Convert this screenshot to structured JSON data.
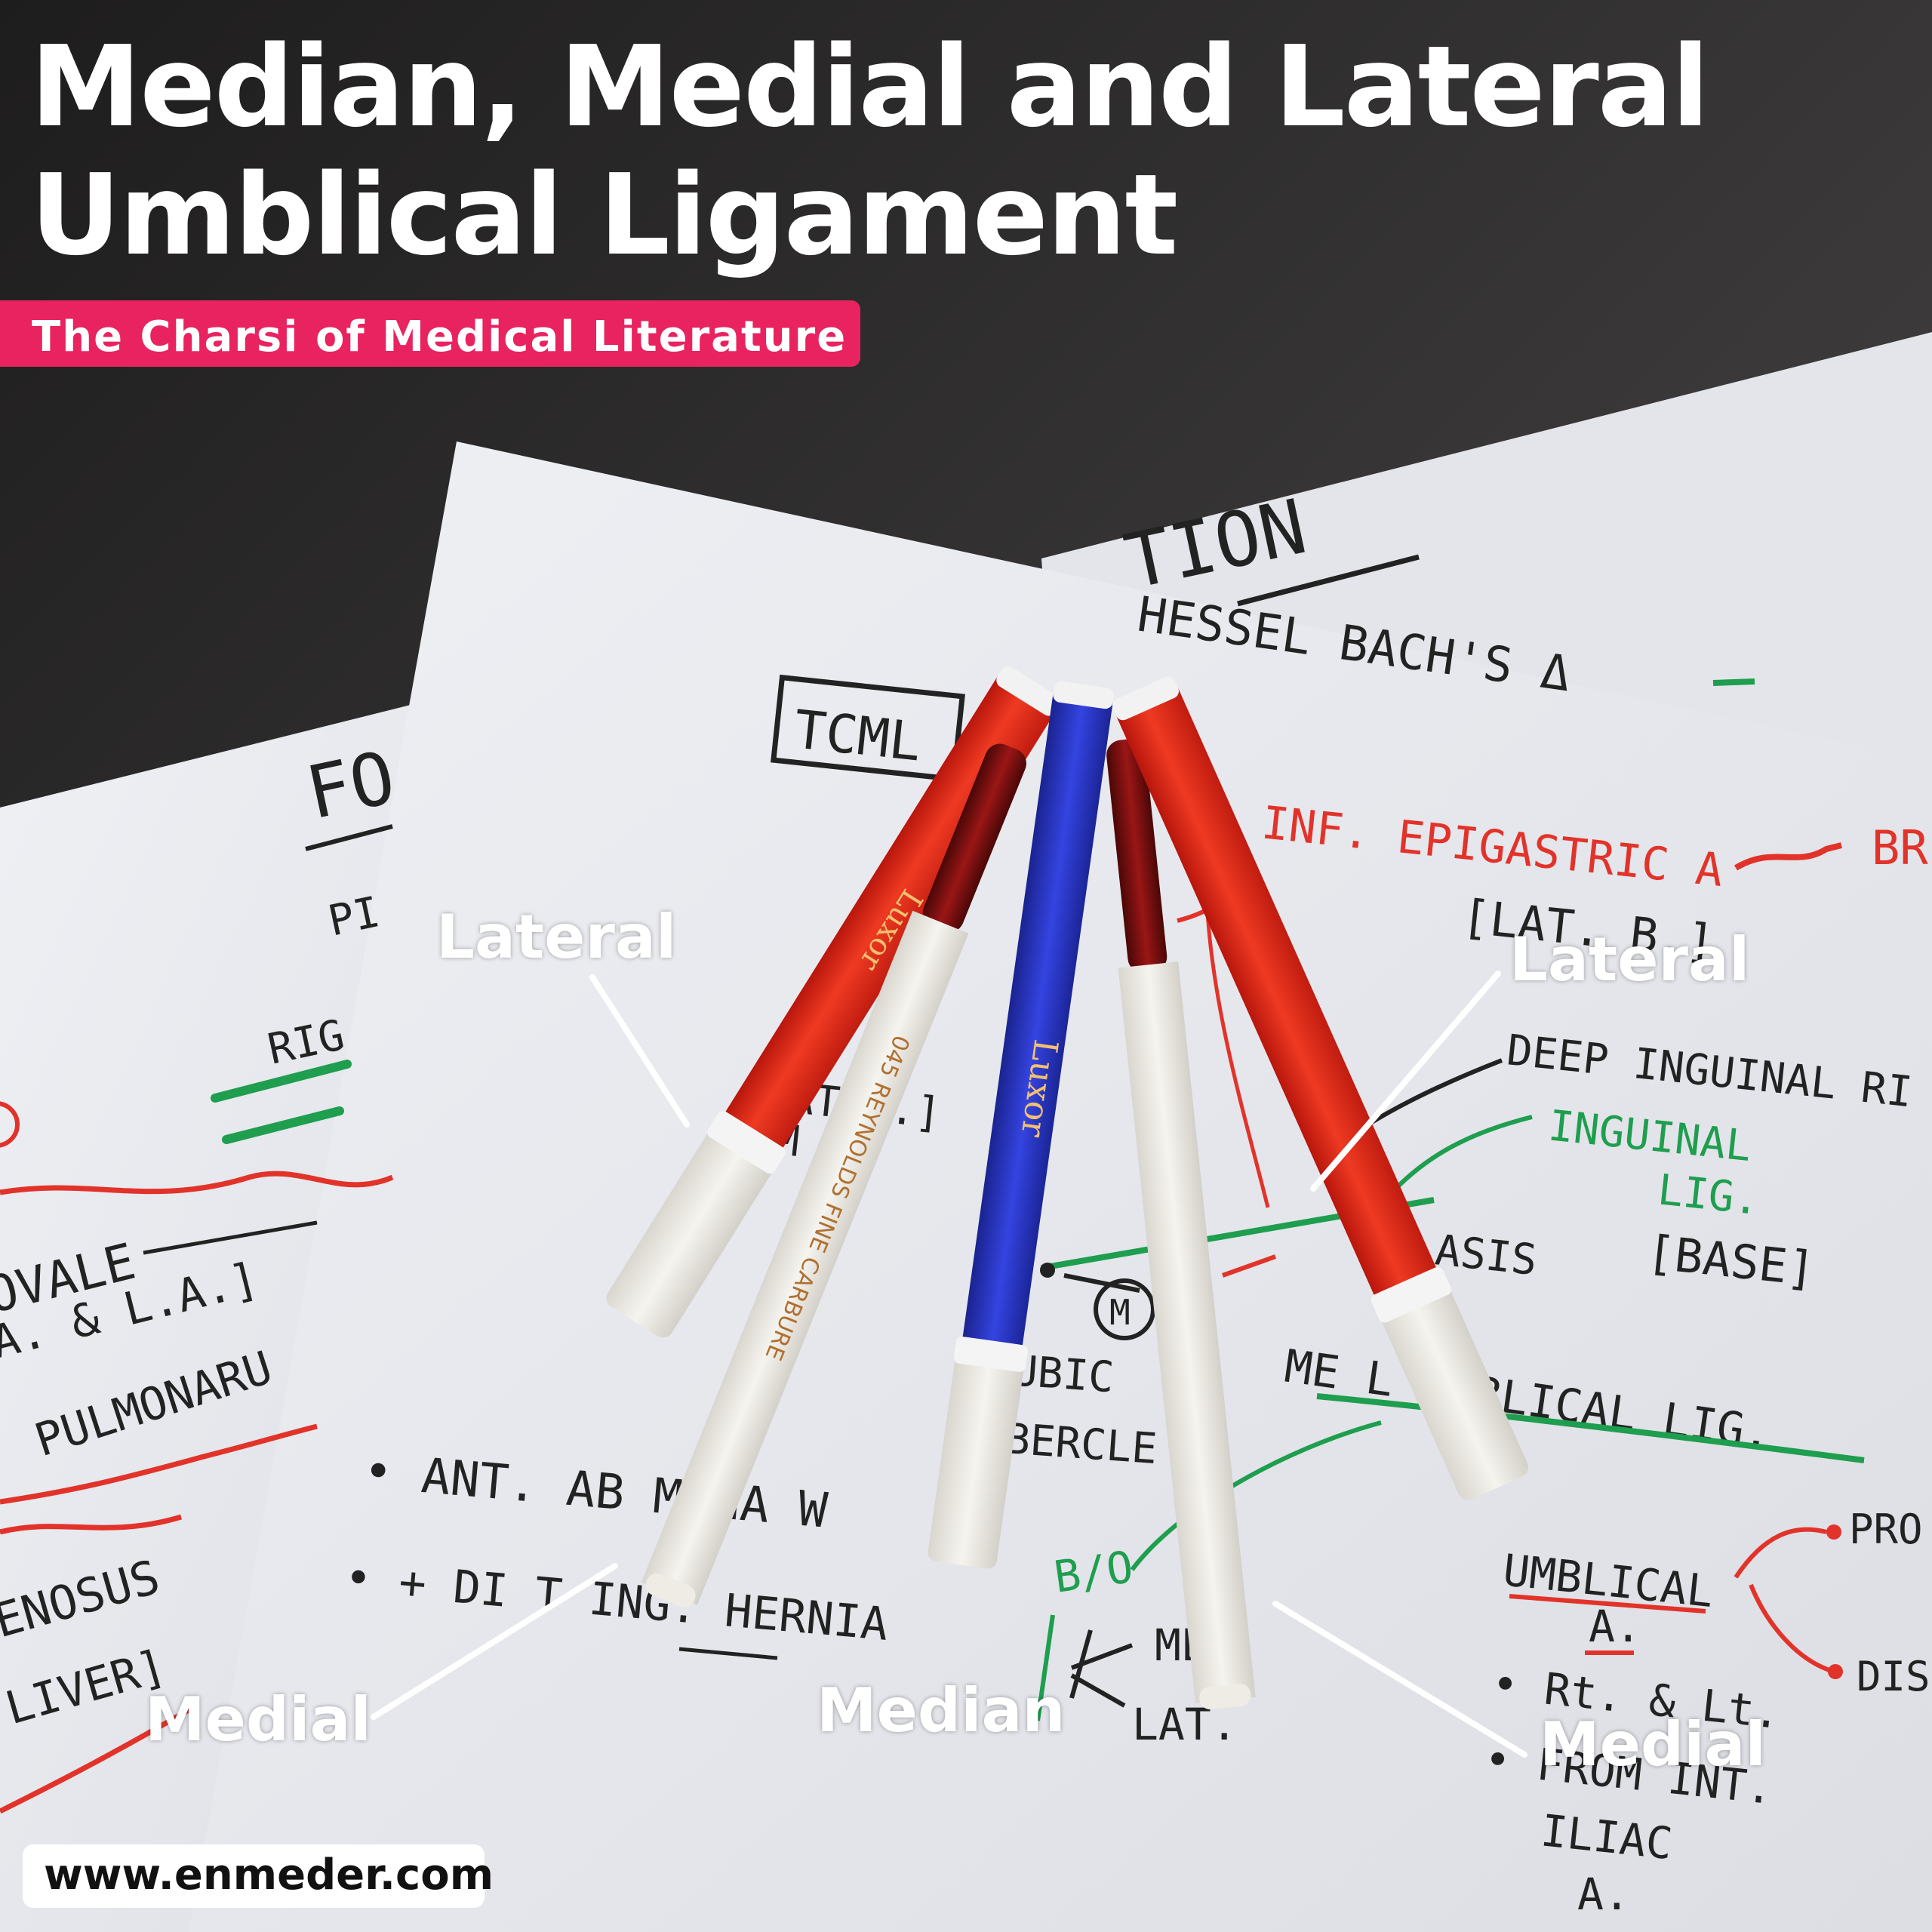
{
  "title": {
    "line1": "Median, Medial and Lateral",
    "line2": "Umblical Ligament"
  },
  "subtitle": "The Charsi of Medical Literature",
  "labels": {
    "lateral_left": "Lateral",
    "lateral_right": "Lateral",
    "medial_left": "Medial",
    "median": "Median",
    "medial_right": "Medial"
  },
  "notes": {
    "tion": "TION",
    "hesselbach": "HESSEL BACH'S Δ",
    "tcml": "TCML",
    "inf_epigastric": "INF. EPIGASTRIC A",
    "lat_b": "[LAT. B.]",
    "deep_inguinal": "DEEP INGUINAL RI",
    "inguinal": "INGUINAL",
    "lig": "LIG.",
    "asis": "ASIS",
    "base": "[BASE]",
    "pubic": "UBIC",
    "tubercle": "BERCLE",
    "medial_umb": "ME   L UMBLICAL LIG.",
    "ant_abd": "• ANT. AB   MINA W",
    "direct_ing": "• + DI    T ING. HERNIA",
    "b_o": "B/O",
    "med": "ME",
    "lat": "LAT.",
    "umblical_a": "UMBLICAL",
    "a": "A.",
    "rt_lt": "• Rt. & Lt.",
    "from_int": "• FROM INT.",
    "iliac": "ILIAC",
    "a2": "A.",
    "pro": "PRO",
    "dis": "DIS",
    "br": "BR",
    "fo": "FO",
    "vale": "OVALE",
    "a_la": "A. & L.A.]",
    "pulmonaru": "PULMONARU",
    "venosus": "ENOSUS",
    "liver": "LIVER]",
    "ri": "RIG",
    "pi": "PI",
    "m_circle": "M",
    "lat_b2": "LAT B.]",
    "m_bracket": "[M"
  },
  "pens": {
    "reynolds": "045 REYNOLDS FINE CARBURE",
    "luxor_blue": "Luxor",
    "luxor_red": "Luxor"
  },
  "url": "www.enmeder.com",
  "colors": {
    "accent": "#e8235f",
    "pen_red": "#e0281c",
    "pen_blue": "#2433c9",
    "ink_green": "#1e9e4e",
    "ink_red": "#e2332a",
    "ink_black": "#222222"
  }
}
